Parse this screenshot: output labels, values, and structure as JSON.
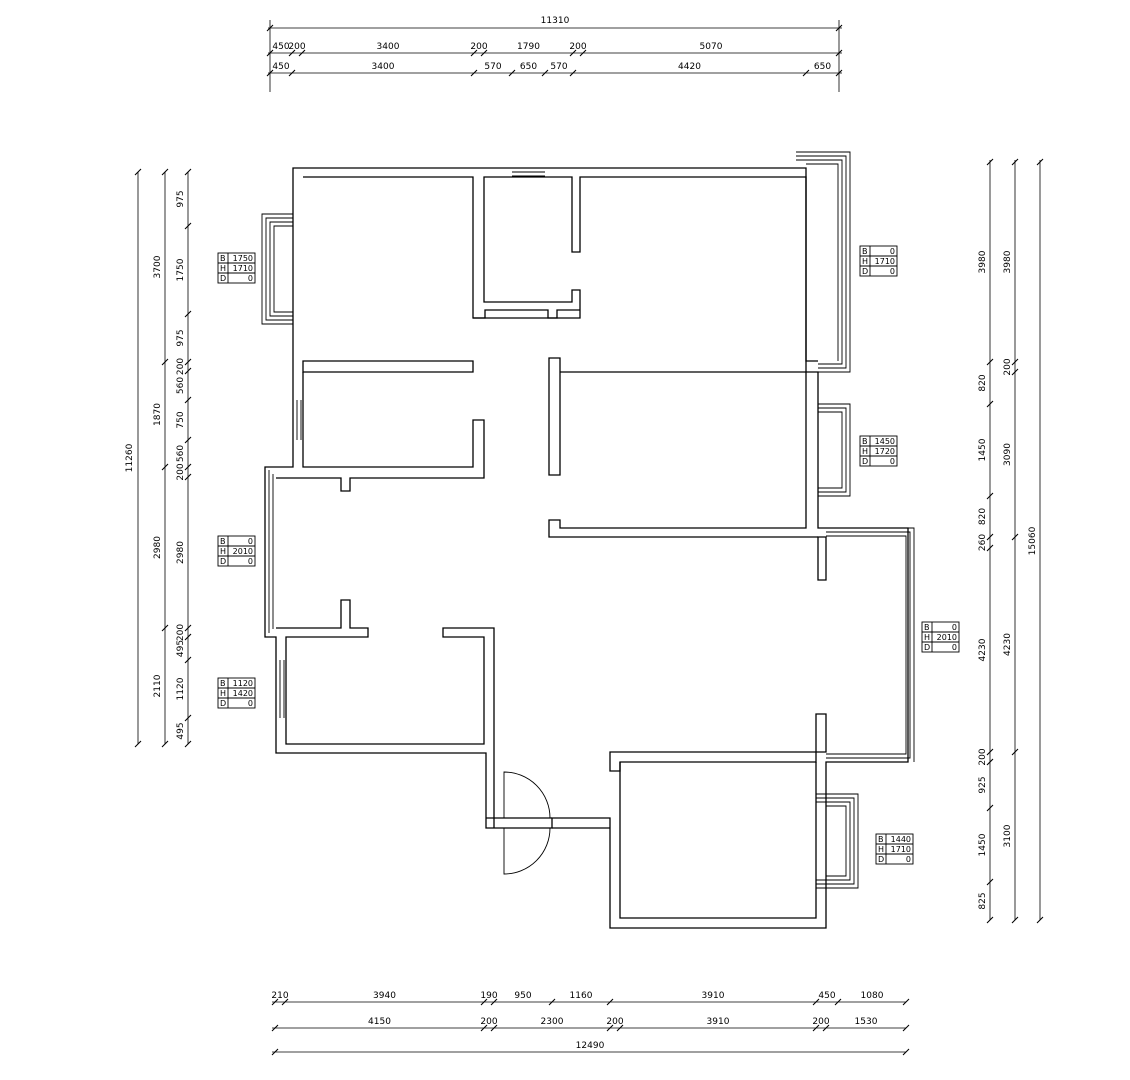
{
  "dimensions": {
    "top_total": "11310",
    "top_row1": [
      "450",
      "200",
      "3400",
      "200",
      "1790",
      "200",
      "5070"
    ],
    "top_row2": [
      "450",
      "3400",
      "570",
      "650",
      "570",
      "4420",
      "650"
    ],
    "left_outer": [
      "11260"
    ],
    "left_mid": [
      "3700",
      "1870",
      "2980",
      "2110"
    ],
    "left_inner": [
      "975",
      "1750",
      "975",
      "200",
      "560",
      "750",
      "560",
      "200",
      "2980",
      "200",
      "495",
      "1120",
      "495"
    ],
    "right_col1": [
      "3980",
      "820",
      "1450",
      "820",
      "260",
      "4230",
      "200",
      "925",
      "1450",
      "825"
    ],
    "right_col2": [
      "3980",
      "200",
      "3090",
      "4230",
      "3100"
    ],
    "right_total": "15060",
    "bottom_row1": [
      "210",
      "3940",
      "190",
      "950",
      "1160",
      "3910",
      "450",
      "1080"
    ],
    "bottom_row2": [
      "4150",
      "200",
      "2300",
      "200",
      "3910",
      "200",
      "1530"
    ],
    "bottom_total": "12490"
  },
  "window_tags": [
    {
      "id": "w1",
      "B": "1750",
      "H": "1710",
      "D": "0"
    },
    {
      "id": "w2",
      "B": "0",
      "H": "1710",
      "D": "0"
    },
    {
      "id": "w3",
      "B": "1450",
      "H": "1720",
      "D": "0"
    },
    {
      "id": "w4",
      "B": "0",
      "H": "2010",
      "D": "0"
    },
    {
      "id": "w5",
      "B": "0",
      "H": "2010",
      "D": "0"
    },
    {
      "id": "w6",
      "B": "1120",
      "H": "1420",
      "D": "0"
    },
    {
      "id": "w7",
      "B": "1440",
      "H": "1710",
      "D": "0"
    }
  ],
  "tag_letters": [
    "B",
    "H",
    "D"
  ]
}
